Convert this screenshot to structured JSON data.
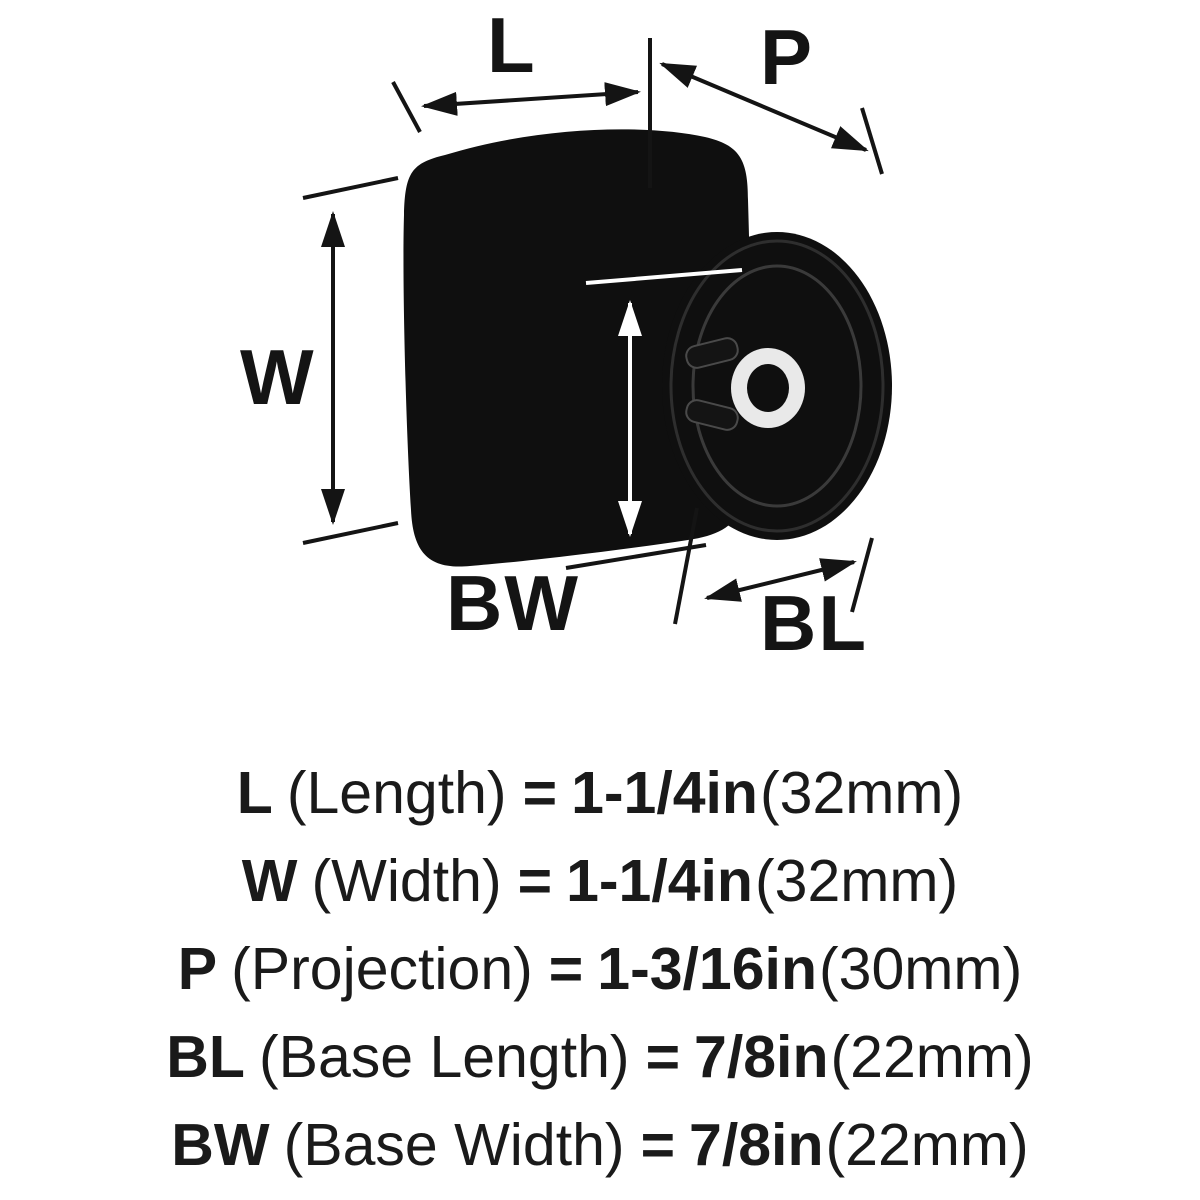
{
  "colors": {
    "background": "#ffffff",
    "ink": "#141414",
    "product_black": "#0f0f0f",
    "highlight_white": "#ffffff"
  },
  "diagram": {
    "labels": {
      "length": "L",
      "projection": "P",
      "width": "W",
      "base_width": "BW",
      "base_length": "BL"
    }
  },
  "legend": {
    "lines": [
      {
        "symbol": "L",
        "name": "(Length)",
        "equals": "=",
        "value": "1-1/4in",
        "metric": "(32mm)"
      },
      {
        "symbol": "W",
        "name": "(Width)",
        "equals": "=",
        "value": "1-1/4in",
        "metric": "(32mm)"
      },
      {
        "symbol": "P",
        "name": "(Projection)",
        "equals": "=",
        "value": "1-3/16in",
        "metric": "(30mm)"
      },
      {
        "symbol": "BL",
        "name": "(Base Length)",
        "equals": "=",
        "value": "7/8in",
        "metric": "(22mm)"
      },
      {
        "symbol": "BW",
        "name": "(Base Width)",
        "equals": "=",
        "value": "7/8in",
        "metric": "(22mm)"
      }
    ]
  }
}
